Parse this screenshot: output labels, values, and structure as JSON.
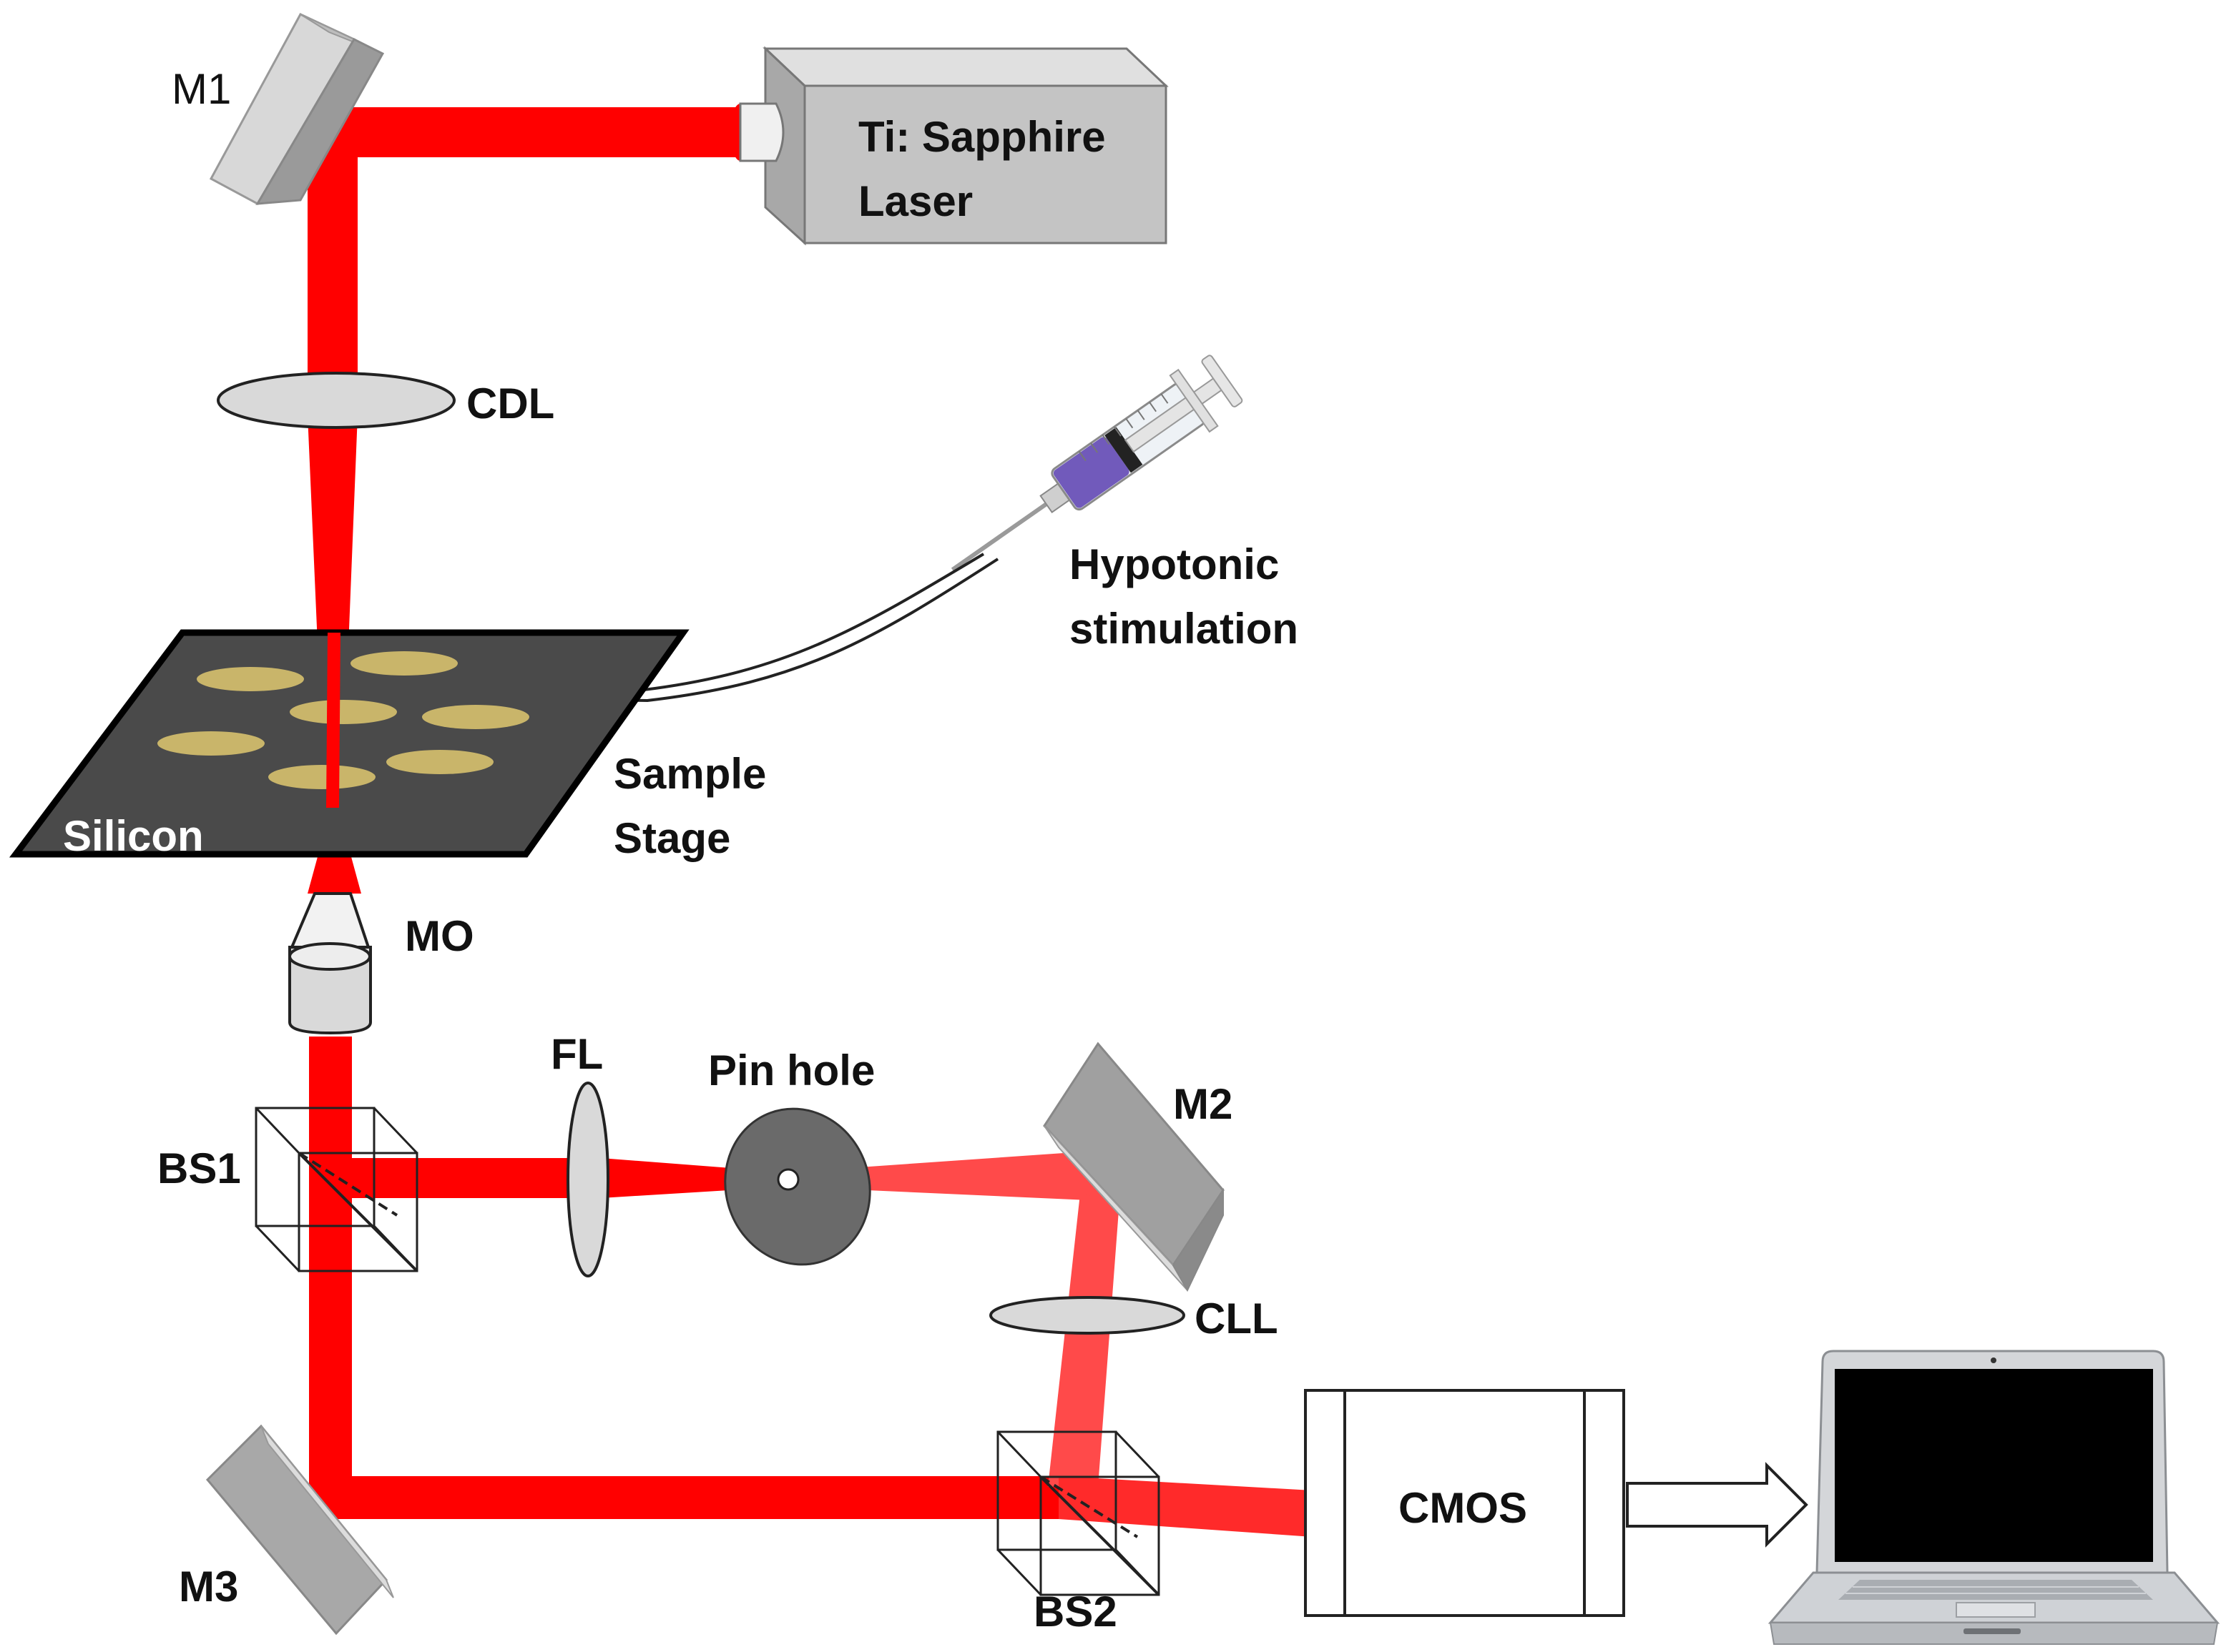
{
  "colors": {
    "beam": "#ff0000",
    "beam_light": "#ff4a4a",
    "stage": "#4a4a4a",
    "sample": "#c9b56a",
    "mirror_top": "#d8d8d8",
    "mirror_side": "#9a9a9a",
    "laser_front": "#c4c4c4",
    "pinhole": "#6a6a6a",
    "syringe_liquid": "#5b3fb0"
  },
  "labels": {
    "m1": "M1",
    "laser_line1": "Ti: Sapphire",
    "laser_line2": "Laser",
    "cdl": "CDL",
    "hypotonic_line1": "Hypotonic",
    "hypotonic_line2": "stimulation",
    "sample_line1": "Sample",
    "sample_line2": "Stage",
    "silicon": "Silicon",
    "mo": "MO",
    "fl": "FL",
    "pinhole": "Pin hole",
    "m2": "M2",
    "bs1": "BS1",
    "cll": "CLL",
    "cmos": "CMOS",
    "m3": "M3",
    "bs2": "BS2"
  },
  "icons": [
    "mirror-icon",
    "laser-box-icon",
    "lens-icon",
    "syringe-icon",
    "objective-icon",
    "beam-splitter-icon",
    "pinhole-icon",
    "camera-icon",
    "arrow-icon",
    "laptop-icon"
  ]
}
